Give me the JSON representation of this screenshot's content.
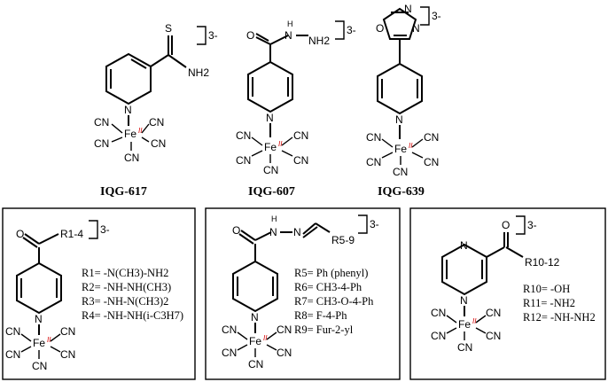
{
  "top_row": [
    {
      "id": "iqg617",
      "caption": "IQG-617",
      "charge": "3-",
      "substituent_S": "S",
      "substituent_NH2": "NH2"
    },
    {
      "id": "iqg607",
      "caption": "IQG-607",
      "charge": "3-",
      "substituent_O": "O",
      "substituent_H": "H",
      "substituent_NH2": "NH2"
    },
    {
      "id": "iqg639",
      "caption": "IQG-639",
      "charge": "3-",
      "ring_N1": "N",
      "ring_N2": "N",
      "ring_O": "O"
    }
  ],
  "common": {
    "pyridine_N": "N",
    "metal": "Fe",
    "oxidation": "II",
    "ligand": "CN"
  },
  "boxes": [
    {
      "id": "box1",
      "charge": "3-",
      "r_label": "R1-4",
      "carbonyl": "O",
      "substituents": [
        "R1= -N(CH3)-NH2",
        "R2= -NH-NH(CH3)",
        "R3= -NH-N(CH3)2",
        "R4= -NH-NH(i-C3H7)"
      ]
    },
    {
      "id": "box2",
      "charge": "3-",
      "r_label": "R5-9",
      "carbonyl": "O",
      "hydrazone_H": "H",
      "hydrazone_N": "N",
      "substituents": [
        "R5= Ph (phenyl)",
        "R6= CH3-4-Ph",
        "R7= CH3-O-4-Ph",
        "R8= F-4-Ph",
        "R9= Fur-2-yl"
      ]
    },
    {
      "id": "box3",
      "charge": "3-",
      "r_label": "R10-12",
      "carbonyl": "O",
      "pyrazine_N": "N",
      "substituents": [
        "R10= -OH",
        "R11= -NH2",
        "R12= -NH-NH2"
      ]
    }
  ],
  "colors": {
    "oxidation_state": "#d40000",
    "ink": "#000000"
  }
}
